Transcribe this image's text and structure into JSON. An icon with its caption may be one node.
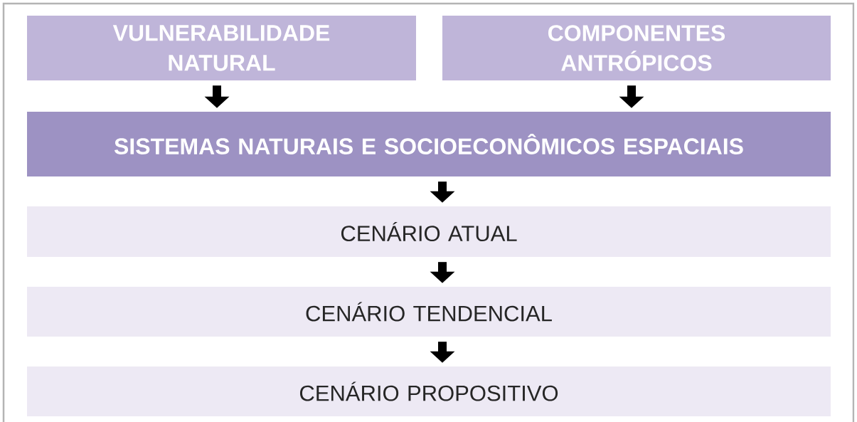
{
  "diagram": {
    "nodes": [
      {
        "text": [
          "VULNERABILIDADE NATURAL"
        ]
      },
      {
        "text": [
          "COMPONENTES ANTRÓPICOS"
        ]
      },
      {
        "text": [
          "SISTEMAS NATURAIS E SOCIOECONÔMICOS ESPACIAIS"
        ]
      },
      {
        "text": [
          "CENÁRIO ATUAL"
        ]
      },
      {
        "text": [
          "CENÁRIO TENDENCIAL"
        ]
      },
      {
        "text": [
          "CENÁRIO PROPOSITIVO"
        ]
      }
    ],
    "edges": [
      {
        "from": 0,
        "to": 2,
        "arrow": "to"
      },
      {
        "from": 1,
        "to": 2,
        "arrow": "to"
      },
      {
        "from": 2,
        "to": 3,
        "arrow": "to"
      },
      {
        "from": 3,
        "to": 4,
        "arrow": "to"
      },
      {
        "from": 4,
        "to": 5,
        "arrow": "to"
      }
    ]
  }
}
